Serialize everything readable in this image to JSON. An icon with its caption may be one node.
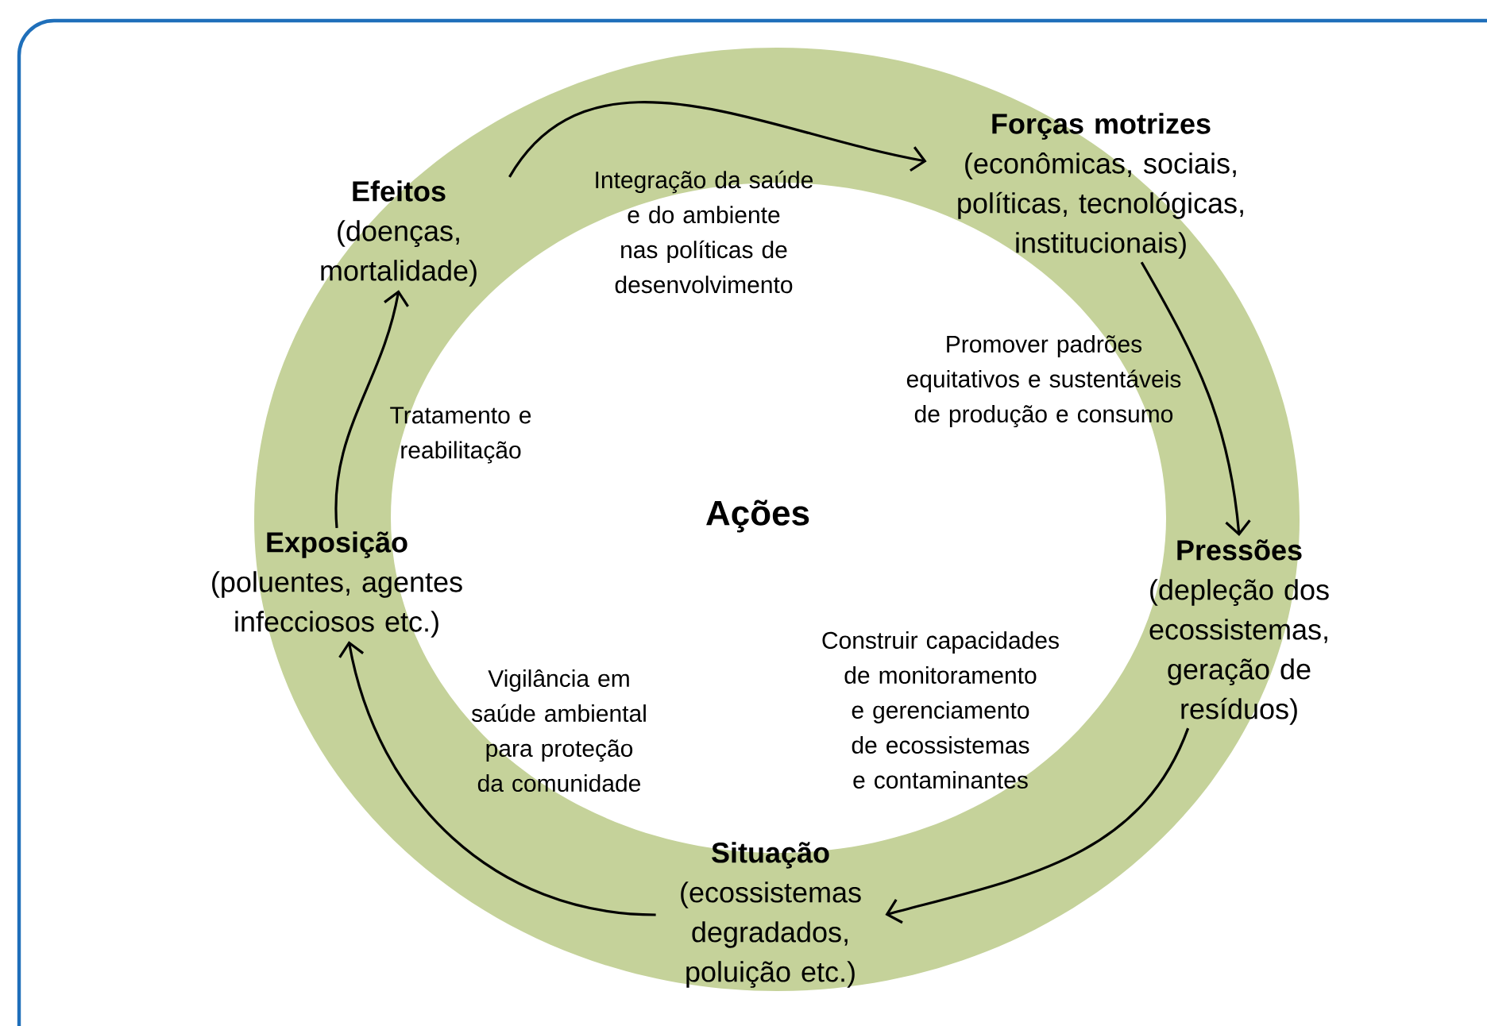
{
  "diagram": {
    "nodes": [
      {
        "text": [
          "Efeitos",
          "(doenças, mortalidade)"
        ]
      },
      {
        "text": [
          "Forças motrizes",
          "(econômicas, sociais, políticas, tecnológicas, institucionais)"
        ]
      },
      {
        "text": [
          "Pressões",
          "(depleção dos ecossistemas, geração de resíduos)"
        ]
      },
      {
        "text": [
          "Situação",
          "(ecossistemas degradados, poluição etc.)"
        ]
      },
      {
        "text": [
          "Exposição",
          "(poluentes, agentes infecciosos etc.)"
        ]
      }
    ],
    "edges": [
      {
        "from": 0,
        "to": 1,
        "arrow": "to",
        "label": "Integração da saúde e do ambiente nas políticas de desenvolvimento"
      },
      {
        "from": 1,
        "to": 2,
        "arrow": "to",
        "label": "Promover padrões equitativos e sustentáveis de produção e consumo"
      },
      {
        "from": 2,
        "to": 3,
        "arrow": "to",
        "label": "Construir capacidades de monitoramento e gerenciamento de ecossistemas e contaminantes"
      },
      {
        "from": 3,
        "to": 4,
        "arrow": "to",
        "label": "Vigilância em saúde ambiental para proteção da comunidade"
      },
      {
        "from": 4,
        "to": 0,
        "arrow": "to",
        "label": "Tratamento e reabilitação"
      }
    ],
    "labels": [
      "Ações"
    ]
  }
}
